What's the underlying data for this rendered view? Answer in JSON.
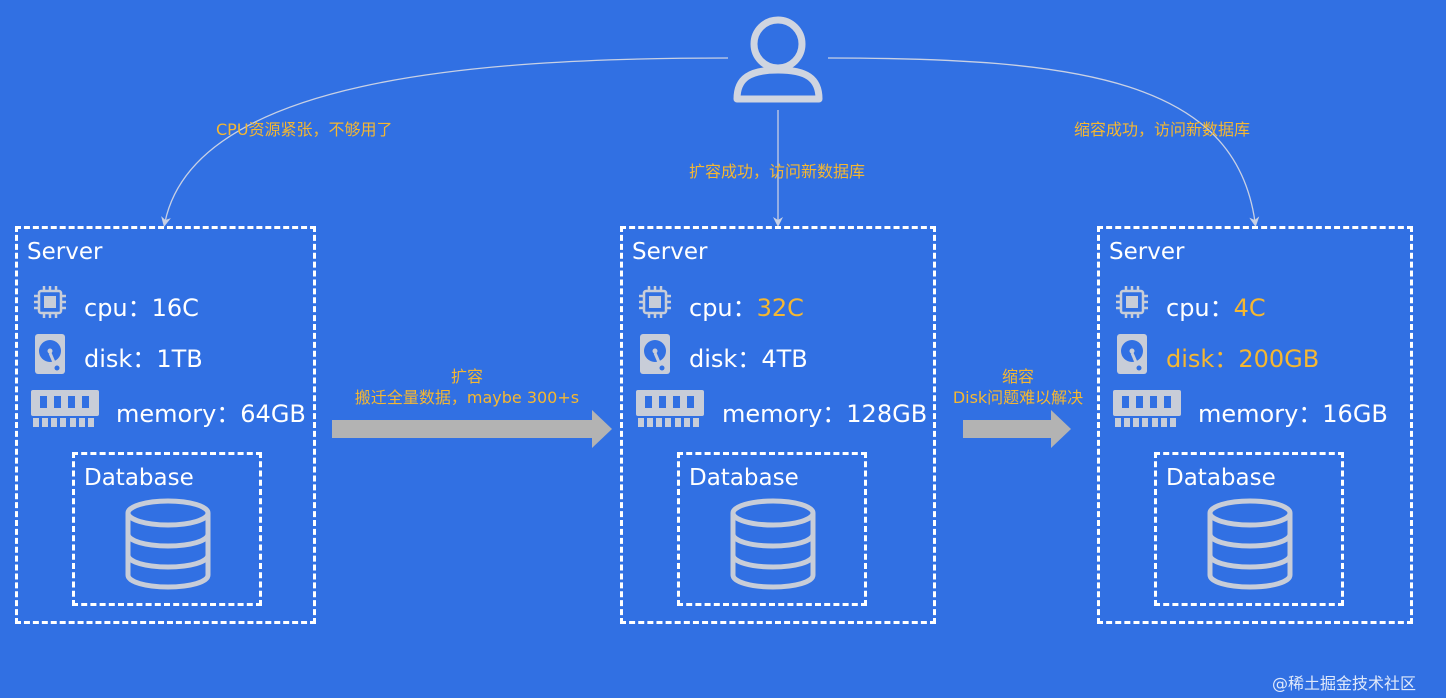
{
  "user": {
    "icon": "user-icon"
  },
  "links": {
    "left": "CPU资源紧张，不够用了",
    "middle": "扩容成功，访问新数据库",
    "right": "缩容成功，访问新数据库"
  },
  "transitions": {
    "expand": {
      "line1": "扩容",
      "line2": "搬迁全量数据，maybe 300+s"
    },
    "shrink": {
      "line1": "缩容",
      "line2": "Disk问题难以解决"
    }
  },
  "servers": [
    {
      "title": "Server",
      "cpu": {
        "label": "cpu：",
        "value": "16C",
        "highlight": false
      },
      "disk": {
        "label": "disk：",
        "value": "1TB",
        "highlight": false
      },
      "memory": {
        "label": "memory：",
        "value": "64GB",
        "highlight": false
      },
      "database": "Database"
    },
    {
      "title": "Server",
      "cpu": {
        "label": "cpu：",
        "value": "32C",
        "highlight": true
      },
      "disk": {
        "label": "disk：",
        "value": "4TB",
        "highlight": false
      },
      "memory": {
        "label": "memory：",
        "value": "128GB",
        "highlight": false
      },
      "database": "Database"
    },
    {
      "title": "Server",
      "cpu": {
        "label": "cpu：",
        "value": "4C",
        "highlight": true
      },
      "disk": {
        "label": "disk：",
        "value": "200GB",
        "highlight": true,
        "label_highlight": true
      },
      "memory": {
        "label": "memory：",
        "value": "16GB",
        "highlight": false
      },
      "database": "Database"
    }
  ],
  "watermark": "@稀土掘金技术社区",
  "colors": {
    "background": "#3170e3",
    "accent": "#f5b731",
    "line": "#b9c4dc",
    "arrow": "#b3b3b3"
  }
}
